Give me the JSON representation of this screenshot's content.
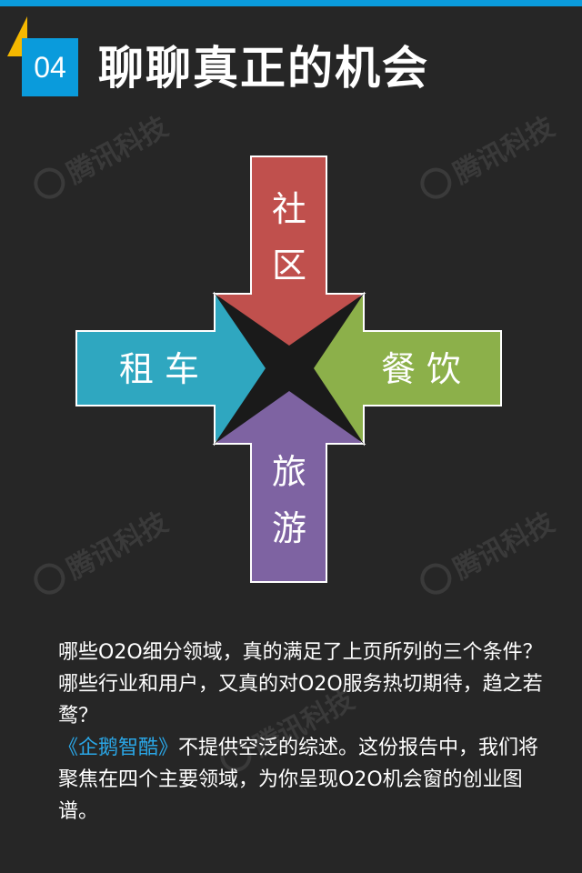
{
  "header": {
    "number": "04",
    "title": "聊聊真正的机会"
  },
  "watermark": "腾讯科技",
  "diagram": {
    "top_label": [
      "社",
      "区"
    ],
    "left_label": "租 车",
    "right_label": "餐 饮",
    "bottom_label": [
      "旅",
      "游"
    ],
    "colors": {
      "top": "#c0504d",
      "left": "#2fa7c0",
      "right": "#8cb04a",
      "bottom": "#7e63a2"
    }
  },
  "body": {
    "paragraph1": "哪些O2O细分领域，真的满足了上页所列的三个条件？哪些行业和用户，又真的对O2O服务热切期待，趋之若鹜？",
    "link": "《企鹅智酷》",
    "paragraph2": "不提供空泛的综述。这份报告中，我们将聚焦在四个主要领域，为你呈现O2O机会窗的创业图谱。"
  },
  "colors": {
    "background": "#262626",
    "accent": "#0a9bdc",
    "link": "#2aa6e6"
  }
}
